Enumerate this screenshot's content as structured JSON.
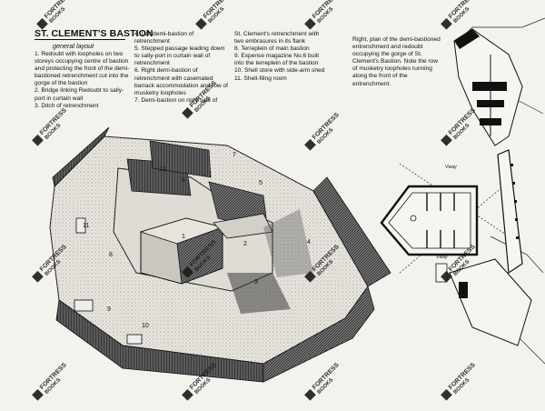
{
  "title": "ST. CLEMENT'S BASTION",
  "subtitle": "general layout",
  "legend_left": [
    "1. Redoubt with loopholes on two storeys occupying centre of bastion and protecting the front of the demi-bastioned retrenchment cut into the gorge of the bastion",
    "2. Bridge linking Redoubt to sally-port in curtain wall",
    "3. Ditch of retrenchment"
  ],
  "legend_middle": [
    "4. Left demi-bastion of retrenchment",
    "5. Stepped passage leading down to sally-port in curtain wall of retrenchment",
    "6. Right demi-bastion of retrenchment with casemated barrack accommodation and row of musketry loopholes",
    "7. Demi-bastion on right side of"
  ],
  "legend_right": [
    "St. Clement's retrenchment with two embrasures in its flank",
    "8. Terreplein of main bastion",
    "9. Expense magazine No.6 built into the terreplein of the bastion",
    "10. Shell store with side-arm shed",
    "11. Shell-filing room"
  ],
  "plan_caption": "Right, plan of the demi-bastioned entrenchment and redoubt occupying the gorge of St. Clement's Bastion. Note the row of musketry loopholes running along the front of the entrenchment.",
  "drawing_numbers": [
    "1",
    "2",
    "3",
    "4",
    "5",
    "6",
    "7",
    "8",
    "9",
    "10",
    "11",
    "12"
  ],
  "plan_labels": {
    "top": "Vway",
    "bottom": "Vway"
  },
  "watermark": {
    "line1": "FORTRESS",
    "line2": "BOOKS"
  },
  "colors": {
    "ink": "#111111",
    "paper": "#f4f2ec",
    "wall": "#3a3a3a",
    "stipple": "#b8b6ae"
  }
}
